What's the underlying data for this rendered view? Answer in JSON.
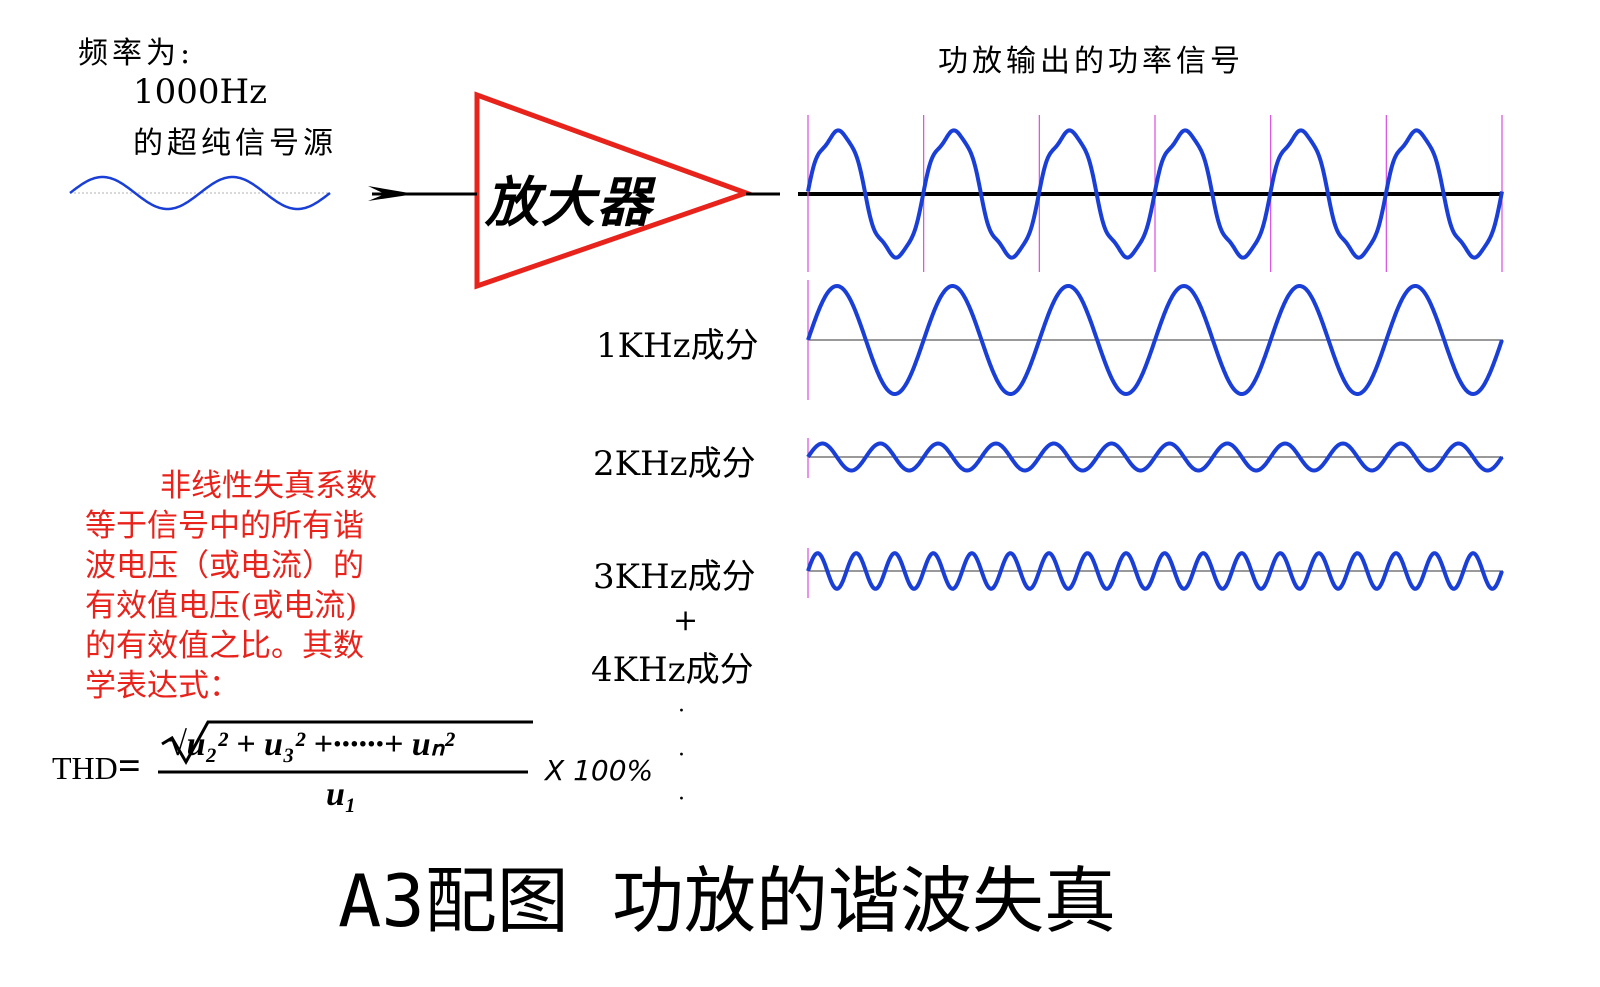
{
  "source": {
    "line1": "频率为:",
    "line2": "1000Hz",
    "line3": "的超纯信号源"
  },
  "amplifier": {
    "label": "放大器"
  },
  "output": {
    "title": "功放输出的功率信号"
  },
  "components": [
    {
      "label": "1KHz成分"
    },
    {
      "label": "2KHz成分"
    },
    {
      "label": "3KHz成分"
    },
    {
      "label": "+"
    },
    {
      "label": "4KHz成分"
    }
  ],
  "description": {
    "lines": [
      "非线性失真系数",
      "等于信号中的所有谐",
      "波电压（或电流）的",
      "有效值电压(或电流)",
      "的有效值之比。其数",
      "学表达式："
    ]
  },
  "formula": {
    "lhs": "THD",
    "eq": "=",
    "numerator": "√u₂² + u₃² +······+ uₙ²",
    "denominator": "u₁",
    "multiplier": "X 100%"
  },
  "caption": "A3配图  功放的谐波失真",
  "colors": {
    "wave": "#1a3fd6",
    "amp": "#e8231c",
    "marker": "#d84ce0",
    "text_red": "#e8231c"
  },
  "waveforms": {
    "input": {
      "cycles": 2,
      "relative_amplitude": 0.3
    },
    "output": {
      "cycles": 6,
      "relative_amplitude": 1.0
    },
    "h1": {
      "cycles": 6,
      "relative_amplitude": 1.0
    },
    "h2": {
      "cycles": 12,
      "relative_amplitude": 0.25
    },
    "h3": {
      "cycles": 18,
      "relative_amplitude": 0.33
    }
  }
}
